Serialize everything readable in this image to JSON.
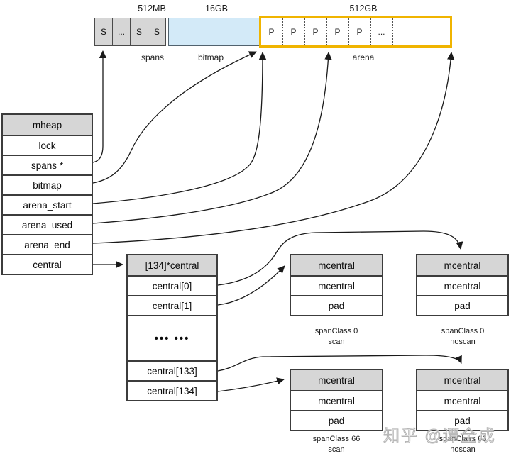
{
  "top_bar": {
    "size_labels": {
      "spans": "512MB",
      "bitmap": "16GB",
      "arena": "512GB"
    },
    "span_cells": [
      "S",
      "...",
      "S",
      "S"
    ],
    "arena_cells": [
      "P",
      "P",
      "P",
      "P",
      "P",
      "..."
    ],
    "section_labels": {
      "spans": "spans",
      "bitmap": "bitmap",
      "arena": "arena"
    },
    "colors": {
      "header_gray": "#d6d6d6",
      "bitmap_fill": "#d3eaf8",
      "arena_border": "#f0b400"
    }
  },
  "mheap": {
    "title": "mheap",
    "rows": [
      "lock",
      "spans *",
      "bitmap",
      "arena_start",
      "arena_used",
      "arena_end",
      "central"
    ]
  },
  "central_array": {
    "title": "[134]*central",
    "row0": "central[0]",
    "row1": "central[1]",
    "ellipsis": "••• •••",
    "row133": "central[133]",
    "row134": "central[134]"
  },
  "mcentral": {
    "top_left": {
      "title": "mcentral",
      "row1": "mcentral",
      "row2": "pad",
      "caption1": "spanClass 0",
      "caption2": "scan"
    },
    "top_right": {
      "title": "mcentral",
      "row1": "mcentral",
      "row2": "pad",
      "caption1": "spanClass 0",
      "caption2": "noscan"
    },
    "bottom_left": {
      "title": "mcentral",
      "row1": "mcentral",
      "row2": "pad",
      "caption1": "spanClass 66",
      "caption2": "scan"
    },
    "bottom_right": {
      "title": "mcentral",
      "row1": "mcentral",
      "row2": "pad",
      "caption1": "spanClass 66",
      "caption2": "noscan"
    }
  },
  "watermark": "知乎 @谭全成"
}
